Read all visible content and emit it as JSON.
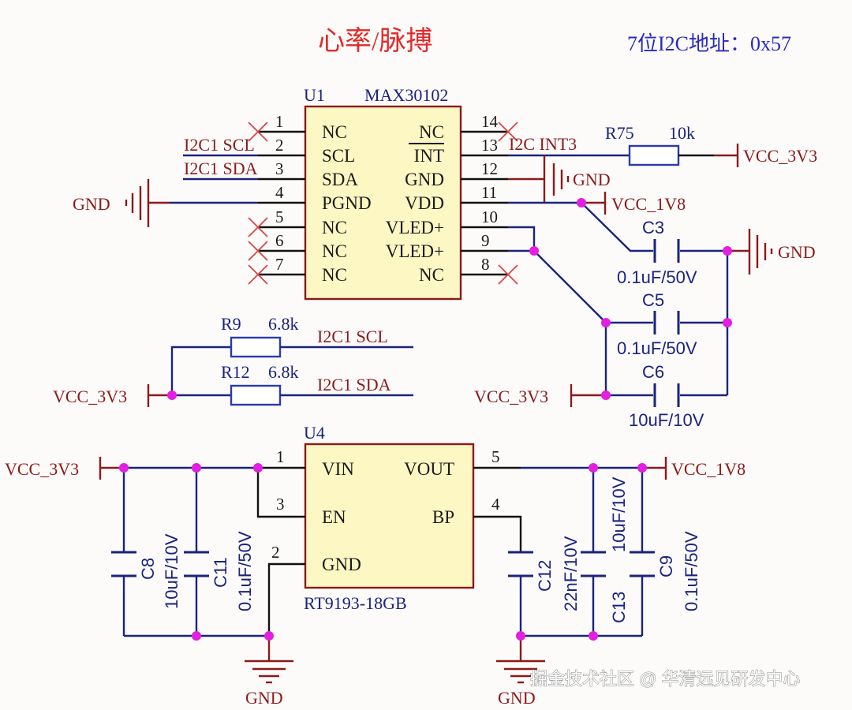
{
  "title": "心率/脉搏",
  "i2c_address_label": "7位I2C地址：0x57",
  "watermark": "掘金技术社区 @ 华清远见研发中心",
  "colors": {
    "title": "#e02a2a",
    "wire": "#1a237e",
    "power_net": "#8b1a1a",
    "junction": "#e21fe2",
    "ic_fill": "#fdf7c3",
    "no_connect": "#d94545"
  },
  "u1": {
    "ref": "U1",
    "part": "MAX30102",
    "left_pins": [
      {
        "num": "1",
        "name": "NC",
        "net": ""
      },
      {
        "num": "2",
        "name": "SCL",
        "net": "I2C1_SCL"
      },
      {
        "num": "3",
        "name": "SDA",
        "net": "I2C1_SDA"
      },
      {
        "num": "4",
        "name": "PGND",
        "net": "GND"
      },
      {
        "num": "5",
        "name": "NC",
        "net": ""
      },
      {
        "num": "6",
        "name": "NC",
        "net": ""
      },
      {
        "num": "7",
        "name": "NC",
        "net": ""
      }
    ],
    "right_pins": [
      {
        "num": "14",
        "name": "NC",
        "net": ""
      },
      {
        "num": "13",
        "name": "INT",
        "net": "I2C_INT3"
      },
      {
        "num": "12",
        "name": "GND",
        "net": "GND"
      },
      {
        "num": "11",
        "name": "VDD",
        "net": "VCC_1V8"
      },
      {
        "num": "10",
        "name": "VLED+",
        "net": ""
      },
      {
        "num": "9",
        "name": "VLED+",
        "net": ""
      },
      {
        "num": "8",
        "name": "NC",
        "net": ""
      }
    ]
  },
  "nets": {
    "i2c1_scl": "I2C1  SCL",
    "i2c1_sda": "I2C1  SDA",
    "i2c_int3": "I2C  INT3",
    "gnd": "GND",
    "vcc_3v3": "VCC_3V3",
    "vcc_1v8": "VCC_1V8"
  },
  "resistors": [
    {
      "ref": "R75",
      "value": "10k"
    },
    {
      "ref": "R9",
      "value": "6.8k"
    },
    {
      "ref": "R12",
      "value": "6.8k"
    }
  ],
  "capacitors": [
    {
      "ref": "C3",
      "value": "0.1uF/50V"
    },
    {
      "ref": "C5",
      "value": "0.1uF/50V"
    },
    {
      "ref": "C6",
      "value": "10uF/10V"
    },
    {
      "ref": "C8",
      "value": "10uF/10V"
    },
    {
      "ref": "C11",
      "value": "0.1uF/50V"
    },
    {
      "ref": "C12",
      "value": "22nF/10V"
    },
    {
      "ref": "C13",
      "value": "10uF/10V"
    },
    {
      "ref": "C9",
      "value": "0.1uF/50V"
    }
  ],
  "u4": {
    "ref": "U4",
    "part": "RT9193-18GB",
    "left_pins": [
      {
        "num": "1",
        "name": "VIN"
      },
      {
        "num": "3",
        "name": "EN"
      },
      {
        "num": "2",
        "name": "GND"
      }
    ],
    "right_pins": [
      {
        "num": "5",
        "name": "VOUT"
      },
      {
        "num": "4",
        "name": "BP"
      }
    ]
  }
}
